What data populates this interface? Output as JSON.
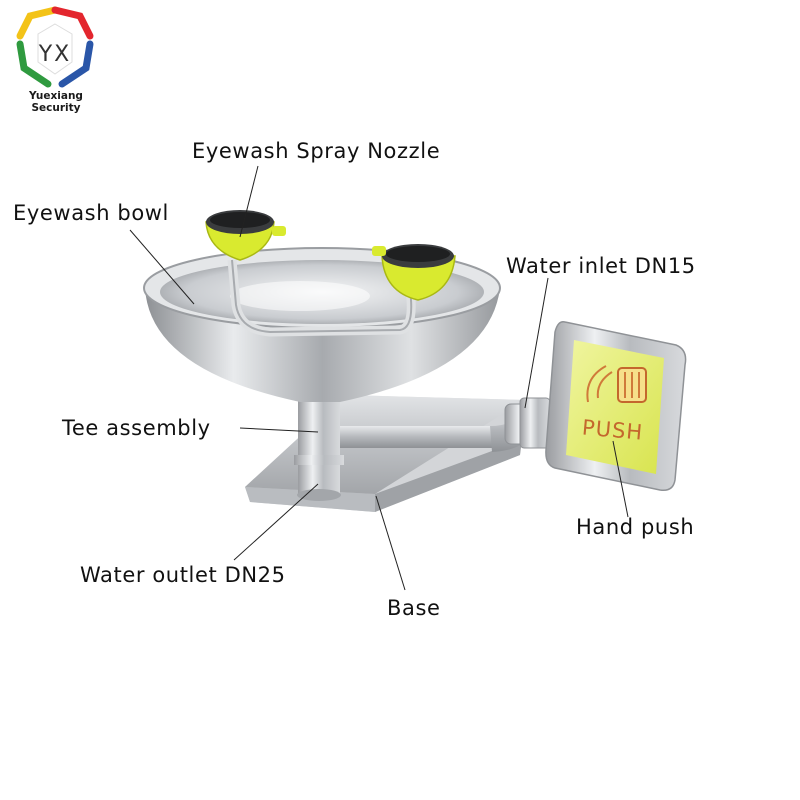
{
  "logo": {
    "initials": "YX",
    "brand": "Yuexiang Security",
    "colors": [
      "#f3c318",
      "#e3262e",
      "#2f9a3f",
      "#2a56a8"
    ]
  },
  "labels": {
    "spray_nozzle": "Eyewash Spray Nozzle",
    "bowl": "Eyewash bowl",
    "water_inlet": "Water inlet DN15",
    "tee_assembly": "Tee assembly",
    "water_outlet": "Water outlet DN25",
    "base": "Base",
    "hand_push": "Hand push"
  },
  "push_plate_text": "PUSH",
  "colors": {
    "nozzle": "#d9ea2f",
    "push_plate": "#e6ef6a",
    "steel": "#c9cbce"
  }
}
